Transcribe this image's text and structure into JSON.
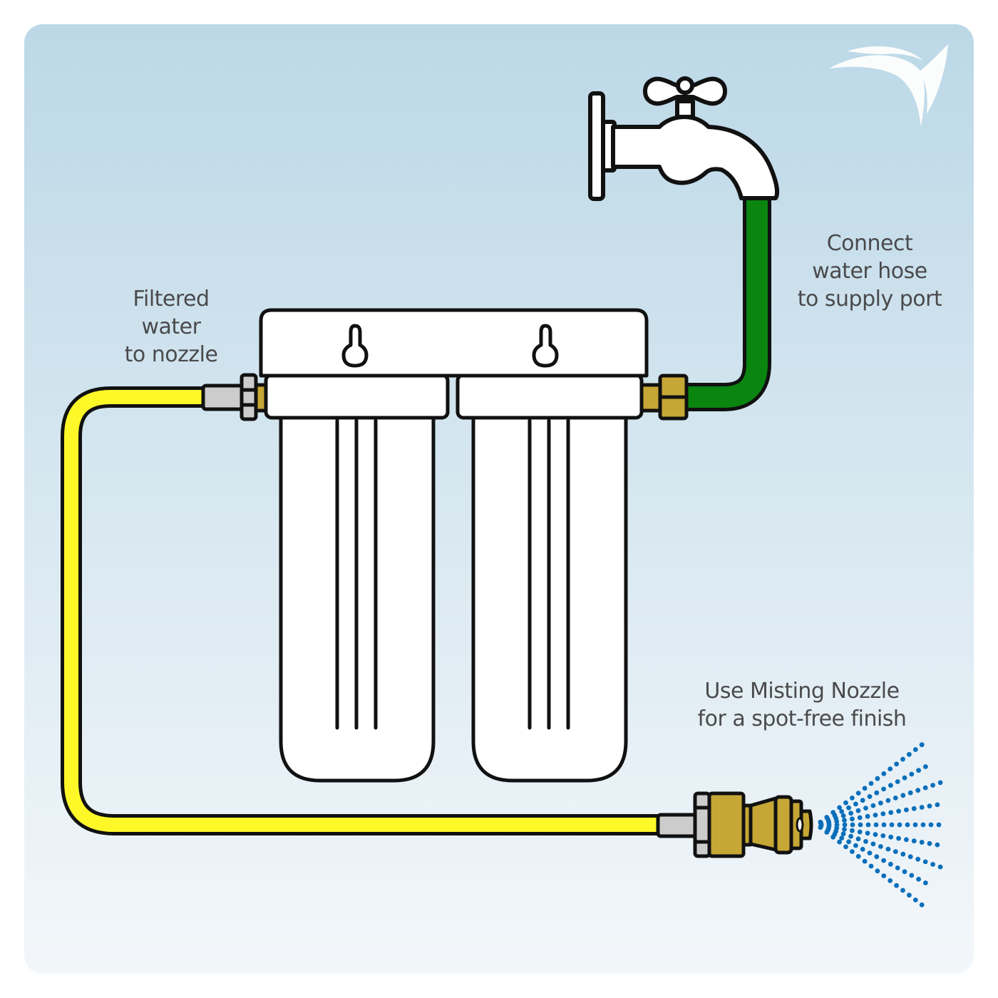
{
  "diagram": {
    "title": "Water filter to misting nozzle hookup",
    "colors": {
      "background_top": "#bcd8e7",
      "background_bottom": "#f3f7fa",
      "outline": "#111111",
      "filled_hose": "#fff829",
      "supply_hose": "#0a8510",
      "brass": "#c6a634",
      "steel": "#cccccc",
      "housing": "#ffffff",
      "spray": "#0a6fba",
      "text": "#4a4a4c"
    },
    "labels": {
      "filtered_output": [
        "Filtered",
        "water",
        "to nozzle"
      ],
      "supply_input": [
        "Connect",
        "water hose",
        "to supply port"
      ],
      "nozzle": [
        "Use Misting Nozzle",
        "for a spot-free finish"
      ]
    },
    "components": [
      {
        "id": "faucet",
        "name": "Outdoor faucet"
      },
      {
        "id": "supply-hose",
        "name": "Green supply hose"
      },
      {
        "id": "filter-housing",
        "name": "Dual filter housing",
        "cartridges": 2,
        "mounting_holes": 2
      },
      {
        "id": "output-hose",
        "name": "Yellow filtered-water hose"
      },
      {
        "id": "misting-nozzle",
        "name": "Brass misting nozzle"
      }
    ],
    "logo": "brand-swoosh-icon"
  }
}
